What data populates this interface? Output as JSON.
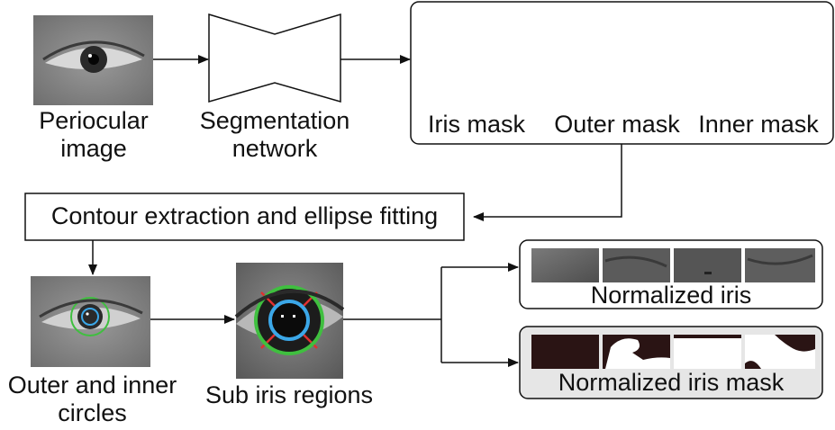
{
  "labels": {
    "periocular_line1": "Periocular",
    "periocular_line2": "image",
    "segmentation_line1": "Segmentation",
    "segmentation_line2": "network",
    "iris_mask": "Iris mask",
    "outer_mask": "Outer mask",
    "inner_mask": "Inner mask",
    "contour": "Contour extraction and ellipse fitting",
    "outer_inner_line1": "Outer and inner",
    "outer_inner_line2": "circles",
    "sub_iris": "Sub iris regions",
    "normalized_iris": "Normalized iris",
    "normalized_iris_mask": "Normalized iris mask"
  },
  "colors": {
    "mask_background": "#2a1414",
    "outer_circle": "#3fbf3f",
    "inner_circle": "#3ba7e8",
    "region_divider": "#e03030",
    "mask_panel_background": "#e6e6e6"
  }
}
